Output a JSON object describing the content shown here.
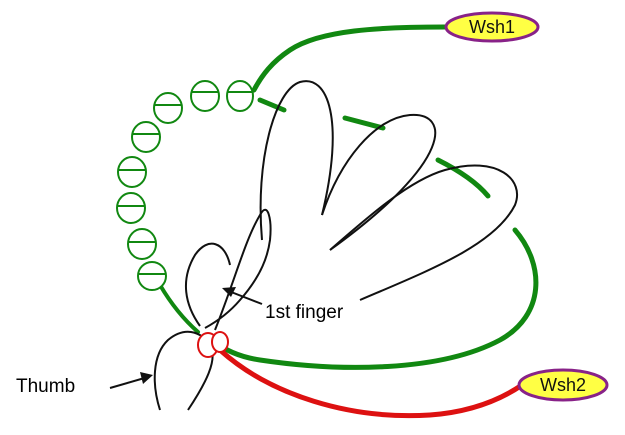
{
  "labels": {
    "wsh1": "Wsh1",
    "wsh2": "Wsh2",
    "first_finger": "1st finger",
    "thumb": "Thumb"
  },
  "colors": {
    "green": "#118811",
    "red": "#dd1111",
    "outline": "#111111",
    "tag_fill": "#ffff44",
    "tag_border": "#882288",
    "background": "#ffffff"
  }
}
